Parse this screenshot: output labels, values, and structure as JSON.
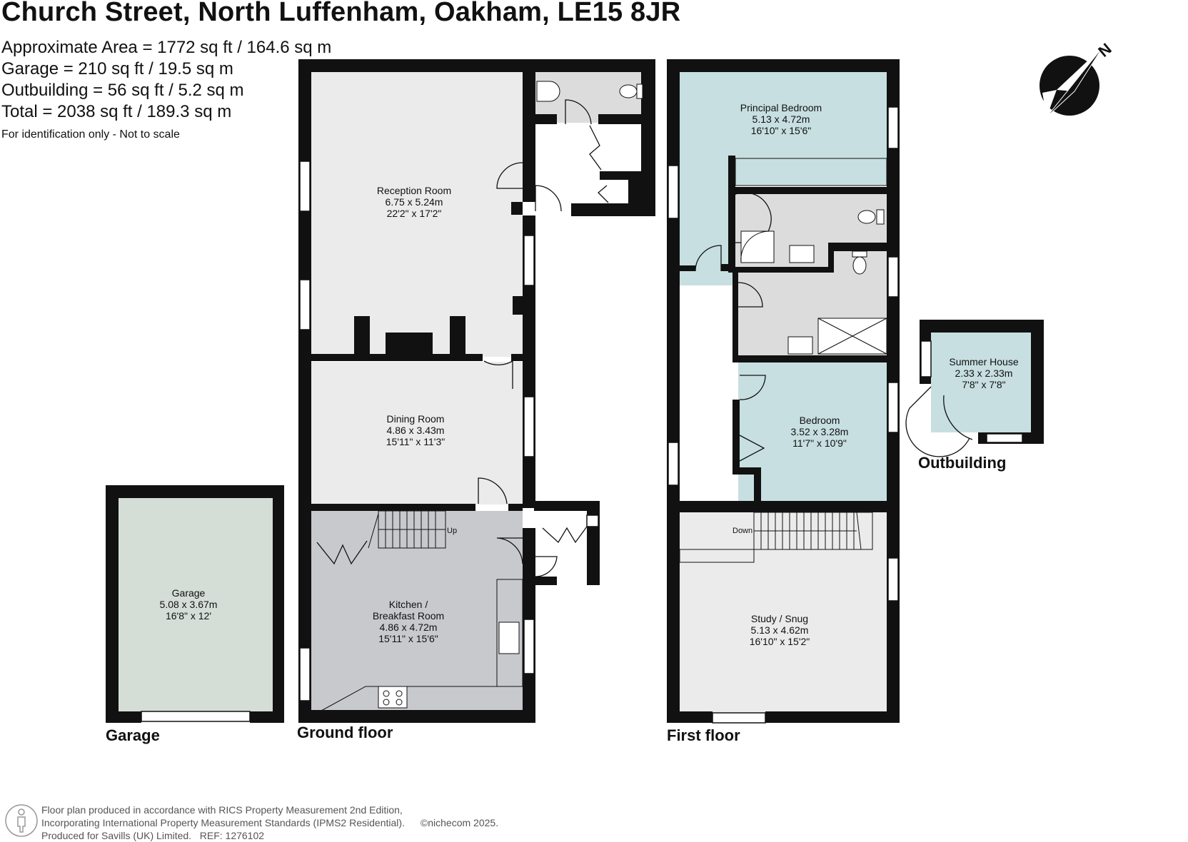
{
  "header": {
    "title": "Church Street, North Luffenham, Oakham, LE15 8JR",
    "approx_area": "Approximate Area = 1772 sq ft / 164.6 sq m",
    "garage_area": "Garage = 210 sq ft / 19.5 sq m",
    "outbuilding_area": "Outbuilding = 56 sq ft / 5.2 sq m",
    "total_area": "Total = 2038 sq ft / 189.3 sq m",
    "note": "For identification only - Not to scale"
  },
  "sections": {
    "garage": "Garage",
    "ground_floor": "Ground floor",
    "first_floor": "First floor",
    "outbuilding": "Outbuilding"
  },
  "rooms": {
    "reception": {
      "name": "Reception Room",
      "metric": "6.75 x 5.24m",
      "imperial": "22'2\" x 17'2\""
    },
    "dining": {
      "name": "Dining Room",
      "metric": "4.86 x 3.43m",
      "imperial": "15'11\" x 11'3\""
    },
    "kitchen": {
      "name1": "Kitchen /",
      "name2": "Breakfast Room",
      "metric": "4.86 x 4.72m",
      "imperial": "15'11\" x 15'6\""
    },
    "garage": {
      "name": "Garage",
      "metric": "5.08 x 3.67m",
      "imperial": "16'8\" x 12'"
    },
    "principal_bedroom": {
      "name": "Principal Bedroom",
      "metric": "5.13 x 4.72m",
      "imperial": "16'10\" x 15'6\""
    },
    "bedroom": {
      "name": "Bedroom",
      "metric": "3.52 x 3.28m",
      "imperial": "11'7\" x 10'9\""
    },
    "study": {
      "name": "Study / Snug",
      "metric": "5.13 x 4.62m",
      "imperial": "16'10\" x 15'2\""
    },
    "summer_house": {
      "name": "Summer House",
      "metric": "2.33 x 2.33m",
      "imperial": "7'8\" x 7'8\""
    }
  },
  "stairs": {
    "up": "Up",
    "down": "Down"
  },
  "compass": {
    "label": "N"
  },
  "footer": {
    "line1": "Floor plan produced in accordance with RICS Property Measurement 2nd Edition,",
    "line2": "Incorporating International Property Measurement Standards (IPMS2 Residential).",
    "brand": "©nichecom 2025.",
    "line3": "Produced for Savills (UK) Limited.",
    "ref": "REF:  1276102"
  },
  "colors": {
    "wall": "#111111",
    "reception_fill": "#ebebeb",
    "kitchen_fill": "#c8c9cc",
    "bedroom_fill": "#c7dfe0",
    "bathroom_fill": "#dcdcdc",
    "garage_fill": "#d5ddd7"
  }
}
